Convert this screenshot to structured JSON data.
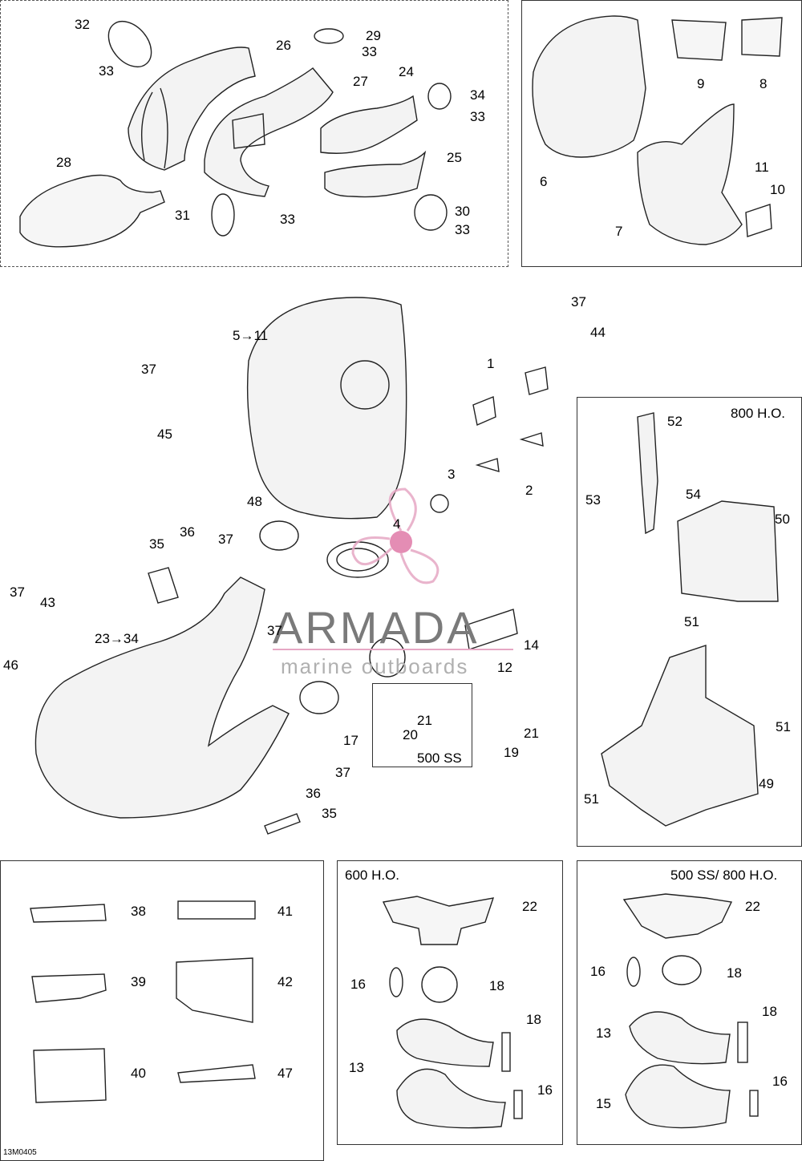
{
  "diagram": {
    "code": "13M0405",
    "watermark": {
      "brand": "ARMADA",
      "tagline": "marine outboards"
    },
    "panels": {
      "top_left": {
        "labels": [
          "32",
          "33",
          "26",
          "29",
          "33",
          "27",
          "24",
          "34",
          "33",
          "25",
          "28",
          "31",
          "33",
          "30",
          "33"
        ]
      },
      "top_right": {
        "labels": [
          "9",
          "8",
          "6",
          "11",
          "10",
          "7"
        ]
      },
      "center": {
        "labels": [
          "37",
          "44",
          "5→11",
          "1",
          "37",
          "45",
          "2",
          "3",
          "48",
          "4",
          "36",
          "37",
          "35",
          "37",
          "43",
          "23→34",
          "46",
          "14",
          "12",
          "37",
          "21",
          "20",
          "21",
          "19",
          "17",
          "37",
          "36",
          "35"
        ]
      },
      "model_800ho": {
        "title": "800 H.O.",
        "labels": [
          "52",
          "53",
          "54",
          "50",
          "51",
          "51",
          "49",
          "51"
        ]
      },
      "model_500ss": {
        "title": "500 SS"
      },
      "bottom_left": {
        "labels": [
          "38",
          "41",
          "39",
          "42",
          "40",
          "47"
        ]
      },
      "model_600ho": {
        "title": "600 H.O.",
        "labels": [
          "22",
          "16",
          "18",
          "18",
          "13",
          "16"
        ]
      },
      "model_500ss_800ho": {
        "title": "500 SS/ 800 H.O.",
        "labels": [
          "22",
          "16",
          "18",
          "18",
          "13",
          "15",
          "16"
        ]
      }
    }
  }
}
